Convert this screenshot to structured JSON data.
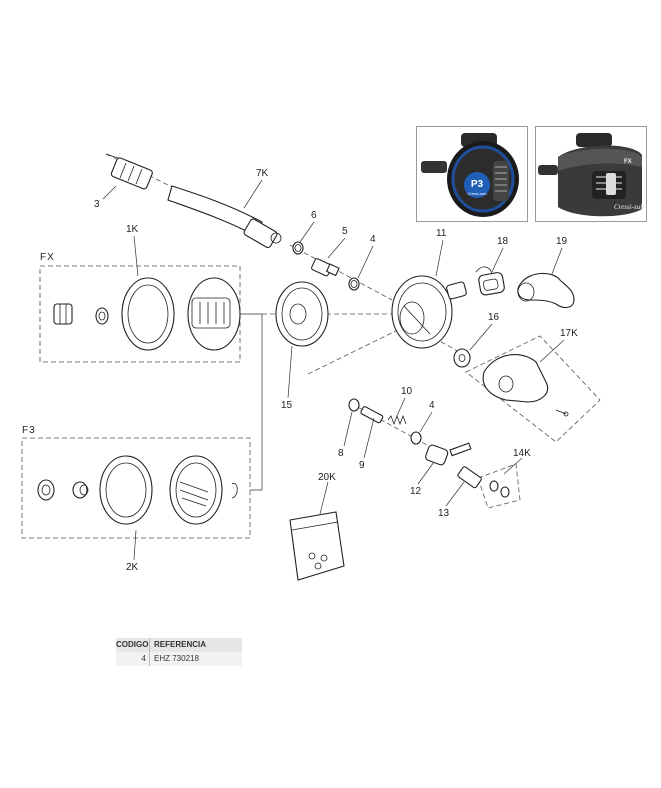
{
  "labels": {
    "p3": "3",
    "p7k": "7K",
    "p6": "6",
    "p5": "5",
    "p4a": "4",
    "p11": "11",
    "p18": "18",
    "p19": "19",
    "p1k": "1K",
    "p16": "16",
    "p17k": "17K",
    "p15": "15",
    "p10": "10",
    "p4b": "4",
    "p8": "8",
    "p9": "9",
    "p12": "12",
    "p13": "13",
    "p14k": "14K",
    "p20k": "20K",
    "p2k": "2K"
  },
  "groups": {
    "fx": "FX",
    "f3": "F3"
  },
  "photos": {
    "left": {
      "badge_main": "P3",
      "badge_sub": "Cressi-sub"
    },
    "right": {
      "badge_main": "FX",
      "brand": "Cressi-sub"
    }
  },
  "table": {
    "header_code": "CODIGO",
    "header_ref": "REFERENCIA",
    "rows": [
      {
        "code": "4",
        "ref": "EHZ 730218"
      }
    ]
  }
}
